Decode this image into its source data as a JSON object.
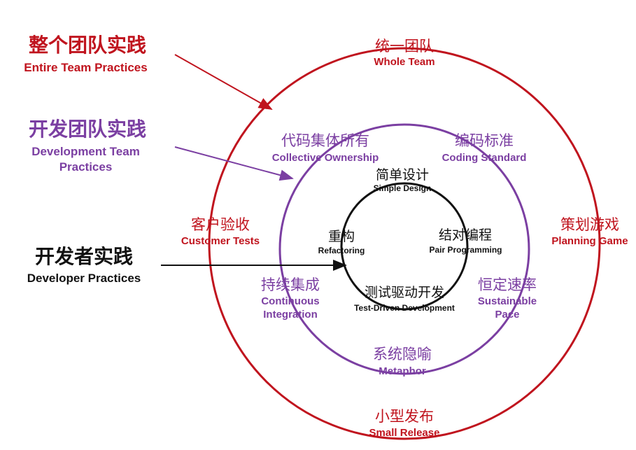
{
  "legend": {
    "whole_team": {
      "zh": "整个团队实践",
      "en": "Entire Team Practices",
      "color": "#c0141e"
    },
    "dev_team": {
      "zh": "开发团队实践",
      "en_line1": "Development Team",
      "en_line2": "Practices",
      "color": "#7b3fa2"
    },
    "developer": {
      "zh": "开发者实践",
      "en": "Developer Practices",
      "color": "#111111"
    }
  },
  "outer_ring": {
    "top": {
      "zh": "统一团队",
      "en": "Whole Team"
    },
    "left": {
      "zh": "客户验收",
      "en": "Customer Tests"
    },
    "right": {
      "zh": "策划游戏",
      "en": "Planning Game"
    },
    "bottom": {
      "zh": "小型发布",
      "en": "Small Release"
    }
  },
  "middle_ring": {
    "top_left": {
      "zh": "代码集体所有",
      "en": "Collective Ownership"
    },
    "top_right": {
      "zh": "编码标准",
      "en": "Coding Standard"
    },
    "left": {
      "zh": "持续集成",
      "en_line1": "Continuous",
      "en_line2": "Integration"
    },
    "right": {
      "zh": "恒定速率",
      "en_line1": "Sustainable",
      "en_line2": "Pace"
    },
    "bottom": {
      "zh": "系统隐喻",
      "en": "Metaphor"
    }
  },
  "inner_ring": {
    "top": {
      "zh": "简单设计",
      "en": "Simple Design"
    },
    "left": {
      "zh": "重构",
      "en": "Refactoring"
    },
    "right": {
      "zh": "结对编程",
      "en": "Pair Programming"
    },
    "bottom": {
      "zh": "测试驱动开发",
      "en": "Test-Driven Development"
    }
  }
}
